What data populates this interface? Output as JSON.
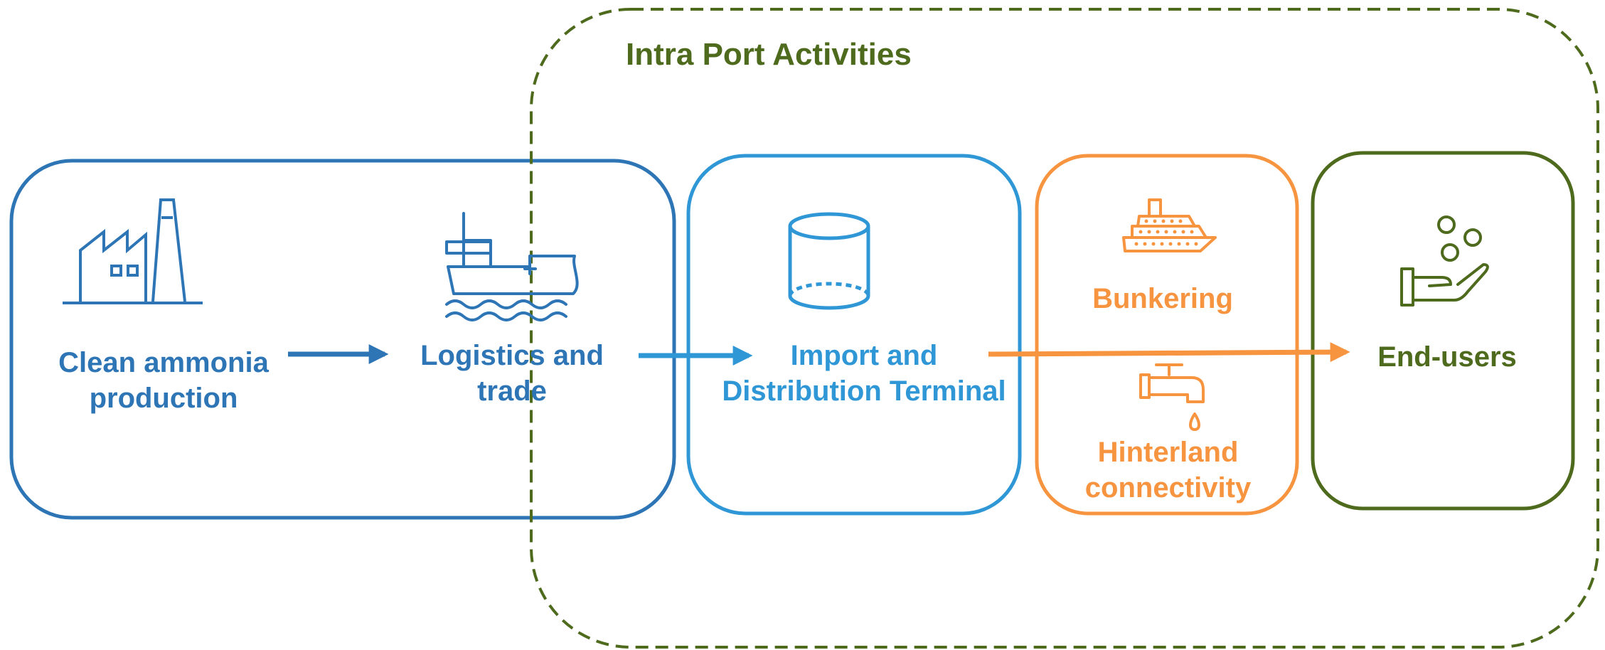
{
  "colors": {
    "dark_blue": "#2e75b6",
    "light_blue": "#2f97d6",
    "orange": "#f79440",
    "green": "#4e6a1d"
  },
  "region": {
    "title": "Intra Port Activities"
  },
  "stages": {
    "production": {
      "line1": "Clean ammonia",
      "line2": "production",
      "icon": "factory-icon"
    },
    "logistics": {
      "line1": "Logistics and",
      "line2": "trade",
      "icon": "cargo-ship-icon"
    },
    "terminal": {
      "line1": "Import and",
      "line2": "Distribution Terminal",
      "icon": "storage-tank-icon"
    },
    "bunkering": {
      "label": "Bunkering",
      "icon": "cruise-ship-icon"
    },
    "hinterland": {
      "line1": "Hinterland",
      "line2": "connectivity",
      "icon": "water-tap-icon"
    },
    "end_users": {
      "label": "End-users",
      "icon": "hand-coins-icon"
    }
  }
}
